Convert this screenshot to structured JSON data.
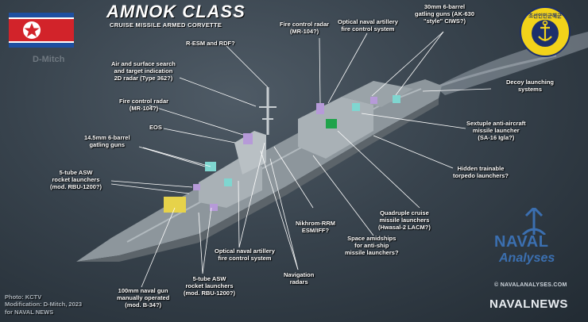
{
  "header": {
    "title": "AMNOK CLASS",
    "subtitle": "CRUISE MISSILE ARMED CORVETTE",
    "author_tag": "D-Mitch"
  },
  "colors": {
    "flag_blue": "#1e4fa0",
    "flag_red": "#d2232a",
    "emblem_gold": "#f2d21a",
    "brand_blue": "#3b6fb0"
  },
  "emblem": {
    "text": "조선인민군해군"
  },
  "labels": [
    {
      "id": "resm",
      "text": "R-ESM and RDF?"
    },
    {
      "id": "air-search",
      "text": "Air and surface search\nand target indication\n2D radar (Type 362?)"
    },
    {
      "id": "fc-radar-fwd",
      "text": "Fire control radar\n(MR-104?)"
    },
    {
      "id": "eos",
      "text": "EOS"
    },
    {
      "id": "gatling-14",
      "text": "14.5mm 6-barrel\ngatling guns"
    },
    {
      "id": "asw-fwd",
      "text": "5-tube ASW\nrocket launchers\n(mod. RBU-1200?)"
    },
    {
      "id": "fc-radar-aft",
      "text": "Fire control radar\n(MR-104?)"
    },
    {
      "id": "opt-fc-aft",
      "text": "Optical naval artillery\nfire control system"
    },
    {
      "id": "ciws",
      "text": "30mm 6-barrel\ngatling guns (AK-630\n\"style\" CIWS?)"
    },
    {
      "id": "decoy",
      "text": "Decoy launching\nsystems"
    },
    {
      "id": "igla",
      "text": "Sextuple anti-aircraft\nmissile launcher\n(SA-16 Igla?)"
    },
    {
      "id": "torpedo",
      "text": "Hidden trainable\ntorpedo launchers?"
    },
    {
      "id": "cruise",
      "text": "Quadruple cruise\nmissile launchers\n(Hwasal-2 LACM?)"
    },
    {
      "id": "space",
      "text": "Space amidships\nfor anti-ship\nmissile launchers?"
    },
    {
      "id": "nikhrom",
      "text": "Nikhrom-RRM\nESM/IFF?"
    },
    {
      "id": "opt-fc-fwd",
      "text": "Optical naval artillery\nfire control system"
    },
    {
      "id": "nav-radars",
      "text": "Navigation\nradars"
    },
    {
      "id": "asw-aft",
      "text": "5-tube ASW\nrocket launchers\n(mod. RBU-1200?)"
    },
    {
      "id": "gun",
      "text": "100mm naval gun\nmanually operated\n(mod. B-34?)"
    }
  ],
  "credits": {
    "text": "Photo: KCTV\nModification: D-Mitch, 2023\nfor NAVAL NEWS"
  },
  "branding": {
    "naval": "NAVAL",
    "analyses": "Analyses",
    "url": "© NAVALANALYSES.COM",
    "navalnews": "NAVALNEWS"
  }
}
